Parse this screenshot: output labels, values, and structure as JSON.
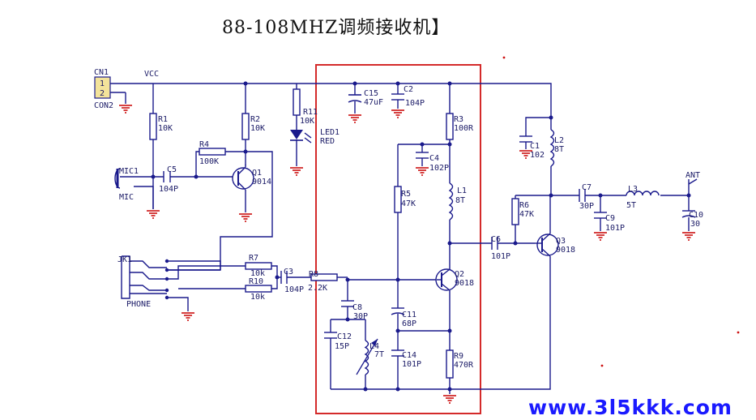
{
  "title": "88-108MHZ调频接收机】",
  "watermark": "www.3l5kkk.com",
  "colors": {
    "wire": "#1a1a8c",
    "ground": "#cc1111",
    "highlight_box": "#d42a2a",
    "watermark": "#1a1aff",
    "connector": "#f3e39a"
  },
  "labels": {
    "cn1": "CN1",
    "cn1_pins": [
      "1",
      "2"
    ],
    "con2": "CON2",
    "vcc": "VCC",
    "r1": "R1",
    "r1v": "10K",
    "r2": "R2",
    "r2v": "10K",
    "r4": "R4",
    "r4v": "100K",
    "r11": "R11",
    "r11v": "10K",
    "led1": "LED1",
    "led1v": "RED",
    "c15": "C15",
    "c15v": "47uF",
    "c2": "C2",
    "c2v": "104P",
    "mic1": "MIC1",
    "mic": "MIC",
    "c5": "C5",
    "c5v": "104P",
    "q1": "Q1",
    "q1v": "9014",
    "r3": "R3",
    "r3v": "100R",
    "c4": "C4",
    "c4v": "102P",
    "r5": "R5",
    "r5v": "47K",
    "l1": "L1",
    "l1v": "8T",
    "c1": "C1",
    "c1v": "102",
    "l2": "L2",
    "l2v": "8T",
    "ant": "ANT",
    "c7": "C7",
    "c7v": "30P",
    "l3": "L3",
    "l3v": "5T",
    "r6": "R6",
    "r6v": "47K",
    "c9": "C9",
    "c9v": "101P",
    "c10": "C10",
    "c10v": "30",
    "c6": "C6",
    "c6v": "101P",
    "q3": "Q3",
    "q3v": "9018",
    "jk1": "JK1",
    "phone": "PHONE",
    "r7": "R7",
    "r7v": "10k",
    "r10": "R10",
    "r10v": "10k",
    "c3": "C3",
    "c3v": "104P",
    "r8": "R8",
    "r8v": "2.2K",
    "q2": "Q2",
    "q2v": "9018",
    "c8": "C8",
    "c8v": "30P",
    "c11": "C11",
    "c11v": "68P",
    "c12": "C12",
    "c12v": "15P",
    "l4": "L4",
    "l4v": "7T",
    "c14": "C14",
    "c14v": "101P",
    "r9": "R9",
    "r9v": "470R"
  }
}
